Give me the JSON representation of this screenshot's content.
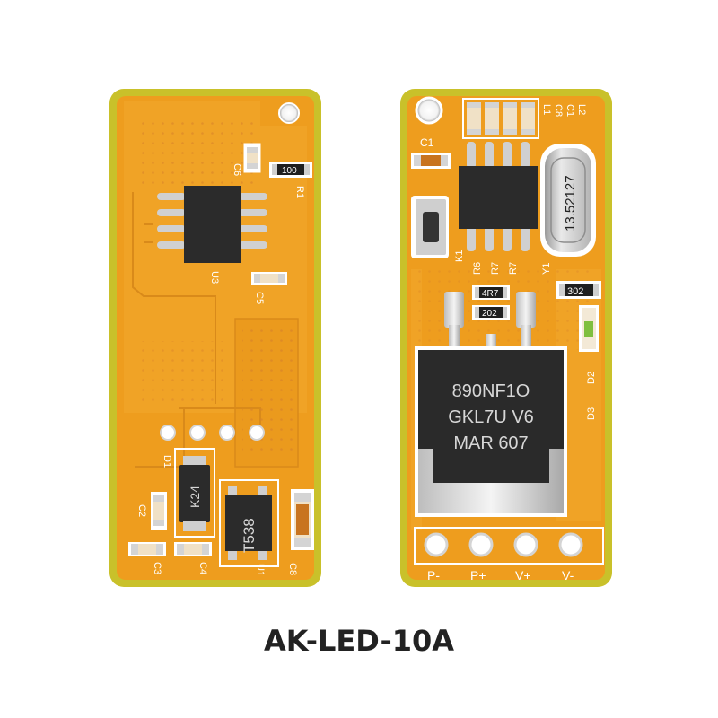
{
  "caption": "AK-LED-10A",
  "colors": {
    "board_orange": "#ee9d1e",
    "board_edge": "#c9c12a",
    "silkscreen": "#ffffff",
    "chip_body": "#2b2b2b",
    "pad": "#d9d9d9"
  },
  "left_board": {
    "labels": {
      "c6": "C6",
      "r1": "R1",
      "r1_value": "100",
      "u3": "U3",
      "c5": "C5",
      "d1": "D1",
      "d1_marking": "K24",
      "u1_marking": "T538",
      "c2": "C2",
      "c3": "C3",
      "c4": "C4",
      "u1": "U1",
      "c8": "C8"
    }
  },
  "right_board": {
    "labels": {
      "l1": "L1",
      "c8": "C8",
      "c1": "C1",
      "l2": "L2",
      "c1_left": "C1",
      "crystal": "13.52127",
      "k1": "K1",
      "r6": "R6",
      "r7": "R7",
      "r7b": "R7",
      "y1": "Y1",
      "r302": "302",
      "r4r7": "4R7",
      "r202": "202",
      "d2": "D2",
      "d3": "D3",
      "mosfet_line1": "890NF1O",
      "mosfet_line2": "GKL7U V6",
      "mosfet_line3": "MAR 607",
      "p_minus": "P-",
      "p_plus": "P+",
      "v_plus": "V+",
      "v_minus": "V-"
    }
  }
}
